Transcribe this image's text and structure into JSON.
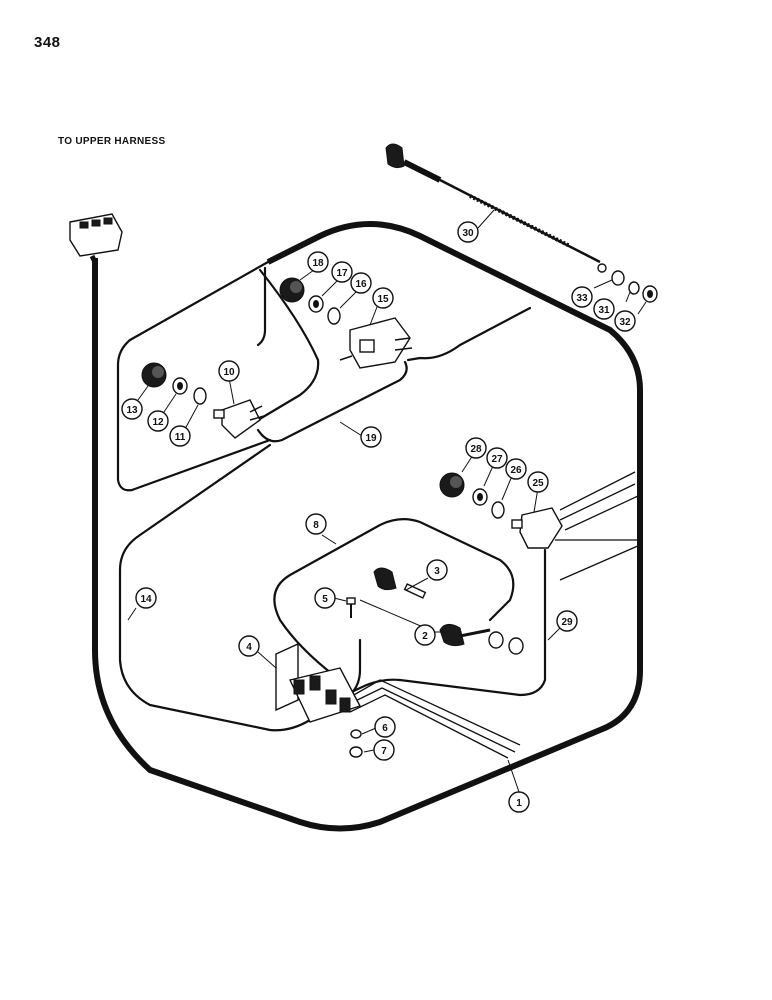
{
  "page": {
    "number": "348",
    "harness_label": "TO UPPER HARNESS"
  },
  "callouts": [
    {
      "id": "c1",
      "label": "1"
    },
    {
      "id": "c2",
      "label": "2"
    },
    {
      "id": "c3",
      "label": "3"
    },
    {
      "id": "c4",
      "label": "4"
    },
    {
      "id": "c5",
      "label": "5"
    },
    {
      "id": "c6",
      "label": "6"
    },
    {
      "id": "c7",
      "label": "7"
    },
    {
      "id": "c8",
      "label": "8"
    },
    {
      "id": "c10",
      "label": "10"
    },
    {
      "id": "c11",
      "label": "11"
    },
    {
      "id": "c12",
      "label": "12"
    },
    {
      "id": "c13",
      "label": "13"
    },
    {
      "id": "c14",
      "label": "14"
    },
    {
      "id": "c15",
      "label": "15"
    },
    {
      "id": "c16",
      "label": "16"
    },
    {
      "id": "c17",
      "label": "17"
    },
    {
      "id": "c18",
      "label": "18"
    },
    {
      "id": "c19",
      "label": "19"
    },
    {
      "id": "c25",
      "label": "25"
    },
    {
      "id": "c26",
      "label": "26"
    },
    {
      "id": "c27",
      "label": "27"
    },
    {
      "id": "c28",
      "label": "28"
    },
    {
      "id": "c29",
      "label": "29"
    },
    {
      "id": "c30",
      "label": "30"
    },
    {
      "id": "c31",
      "label": "31"
    },
    {
      "id": "c32",
      "label": "32"
    },
    {
      "id": "c33",
      "label": "33"
    }
  ]
}
